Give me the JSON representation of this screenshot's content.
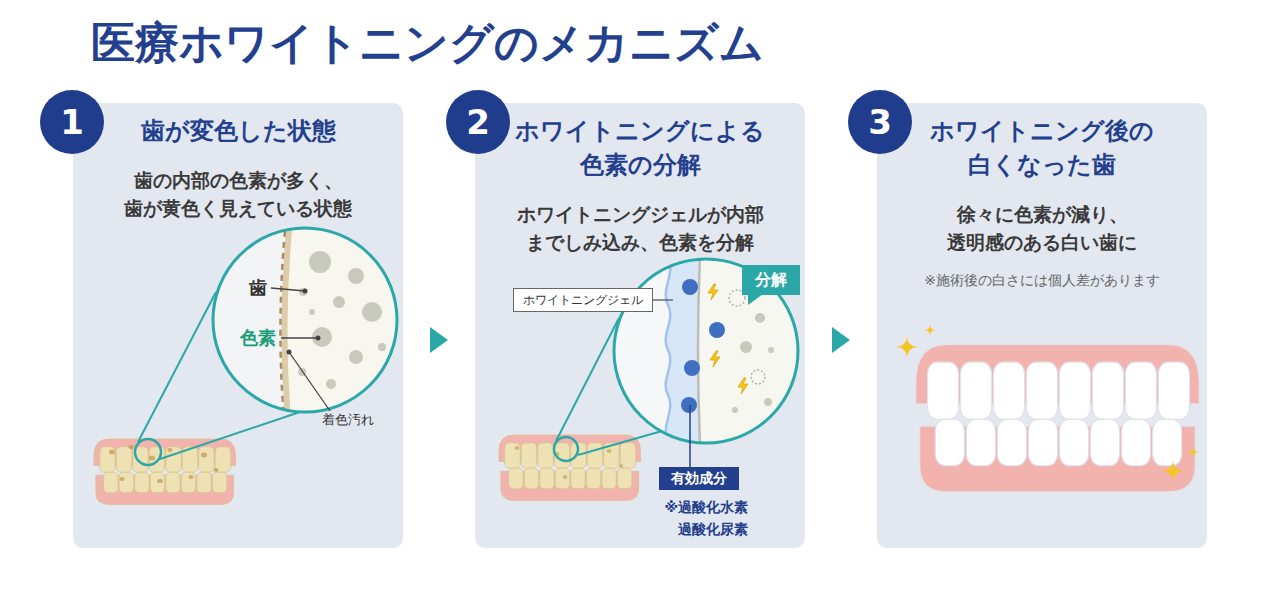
{
  "diagram": {
    "title": "医療ホワイトニングのメカニズム",
    "nodes": [
      {
        "text": [
          "1"
        ]
      },
      {
        "text": [
          "歯が変色した状態",
          "歯の内部の色素が多く、 歯が黄色く見えている状態"
        ]
      },
      {
        "text": [
          "2"
        ]
      },
      {
        "text": [
          "ホワイトニングによる 色素の分解",
          "ホワイトニングジェルが内部 までしみ込み、色素を分解"
        ]
      },
      {
        "text": [
          "ホワイトニングジェル"
        ],
        "in": 3
      },
      {
        "text": [
          "分解"
        ],
        "in": 3
      },
      {
        "text": [
          "有効成分"
        ],
        "in": 3
      },
      {
        "text": [
          "3"
        ]
      },
      {
        "text": [
          "ホワイトニング後の 白くなった歯",
          "徐々に色素が減り、 透明感のある白い歯に",
          "※施術後の白さには個人差があります"
        ]
      }
    ],
    "edges": [
      {
        "from": 1,
        "to": 3,
        "arrow": "to"
      },
      {
        "from": 3,
        "to": 8,
        "arrow": "to"
      }
    ],
    "labels": [
      "歯",
      "色素",
      "着色汚れ",
      "※過酸化水素 過酸化尿素"
    ]
  }
}
